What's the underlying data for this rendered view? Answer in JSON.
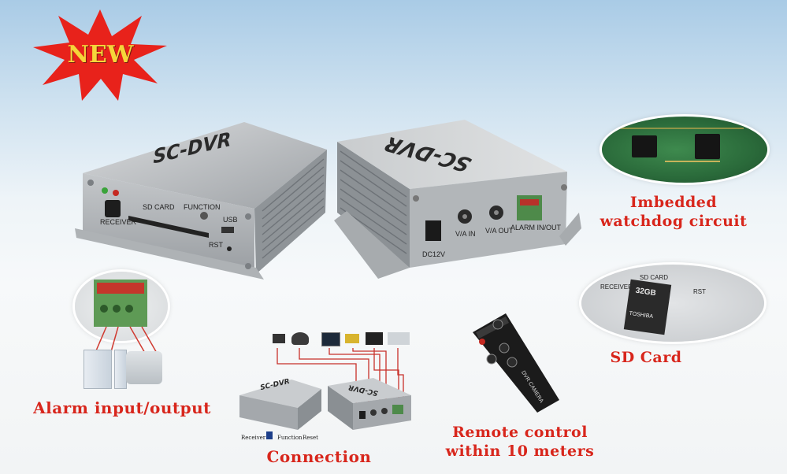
{
  "badge": {
    "text": "NEW",
    "color": "#e8221b",
    "text_color": "#f6d53a"
  },
  "main_device_left": {
    "logo": "SC-DVR",
    "labels": {
      "receiver": "RECEIVER",
      "sd_card": "SD CARD",
      "function": "FUNCTION",
      "usb": "USB",
      "rst": "RST"
    }
  },
  "main_device_right": {
    "logo": "SC-DVR",
    "labels": {
      "dc12v": "DC12V",
      "va_in": "V/A IN",
      "va_out": "V/A OUT",
      "alarm_in_out": "ALARM IN/OUT"
    }
  },
  "features": {
    "watchdog": {
      "line1": "Imbedded",
      "line2": "watchdog circuit"
    },
    "sdcard": {
      "caption": "SD Card",
      "inset_receiver": "RECEIVER",
      "inset_sd": "SD CARD",
      "inset_rst": "RST",
      "card_size": "32GB",
      "card_brand": "TOSHIBA"
    },
    "alarm": {
      "caption": "Alarm input/output"
    },
    "connection": {
      "caption": "Connection",
      "small_logo_left": "SC-DVR",
      "small_logo_right": "SC-DVR",
      "legend": [
        "Receiver",
        "Function",
        "Reset"
      ]
    },
    "remote": {
      "line1": "Remote control",
      "line2": "within 10 meters",
      "device_label": "DVR CAMERA"
    }
  },
  "colors": {
    "caption_red": "#d8261c",
    "device_silver": "#b9bcbf"
  }
}
